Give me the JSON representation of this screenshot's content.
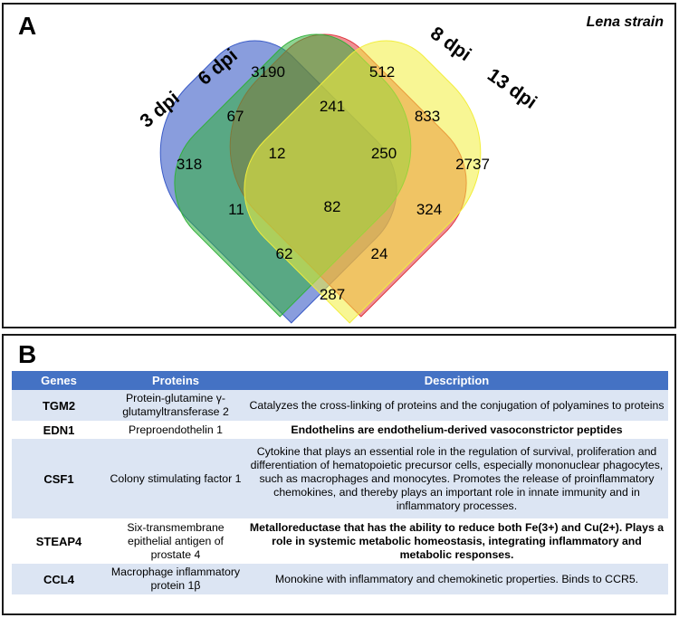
{
  "panel_a": {
    "letter": "A",
    "strain_label": "Lena strain",
    "sets": [
      {
        "label": "3 dpi",
        "color": "#3a5bc7"
      },
      {
        "label": "6 dpi",
        "color": "#e0353d"
      },
      {
        "label": "8 dpi",
        "color": "#32b03a"
      },
      {
        "label": "13 dpi",
        "color": "#f2ee3c"
      }
    ],
    "regions": {
      "only_3dpi": "318",
      "only_6dpi": "3190",
      "only_8dpi": "512",
      "only_13dpi": "2737",
      "3_6": "67",
      "6_8": "241",
      "8_13": "833",
      "3_6_8": "12",
      "6_8_13": "250",
      "3_8": "11",
      "all_four": "82",
      "6_13": "324",
      "3_8_13": "62",
      "3_6_13": "24",
      "3_13": "287"
    }
  },
  "panel_b": {
    "letter": "B",
    "headers": [
      "Genes",
      "Proteins",
      "Description"
    ],
    "rows": [
      {
        "gene": "TGM2",
        "protein": "Protein-glutamine γ-glutamyltransferase 2",
        "description": "Catalyzes the cross-linking of proteins and the conjugation of polyamines to proteins"
      },
      {
        "gene": "EDN1",
        "protein": "Preproendothelin 1",
        "description": "Endothelins are endothelium-derived vasoconstrictor peptides"
      },
      {
        "gene": "CSF1",
        "protein": "Colony stimulating factor 1",
        "description": "Cytokine that plays an essential role in the regulation of survival, proliferation and differentiation of hematopoietic precursor cells, especially mononuclear phagocytes, such as macrophages and monocytes. Promotes the release of proinflammatory chemokines, and thereby plays an important role in innate immunity and in inflammatory processes."
      },
      {
        "gene": "STEAP4",
        "protein": "Six-transmembrane epithelial antigen of prostate 4",
        "description": "Metalloreductase that has the ability to reduce both Fe(3+) and Cu(2+). Plays a role in systemic metabolic homeostasis, integrating inflammatory and metabolic responses."
      },
      {
        "gene": "CCL4",
        "protein": "Macrophage inflammatory protein 1β",
        "description": "Monokine with inflammatory and chemokinetic properties. Binds to CCR5."
      }
    ]
  }
}
